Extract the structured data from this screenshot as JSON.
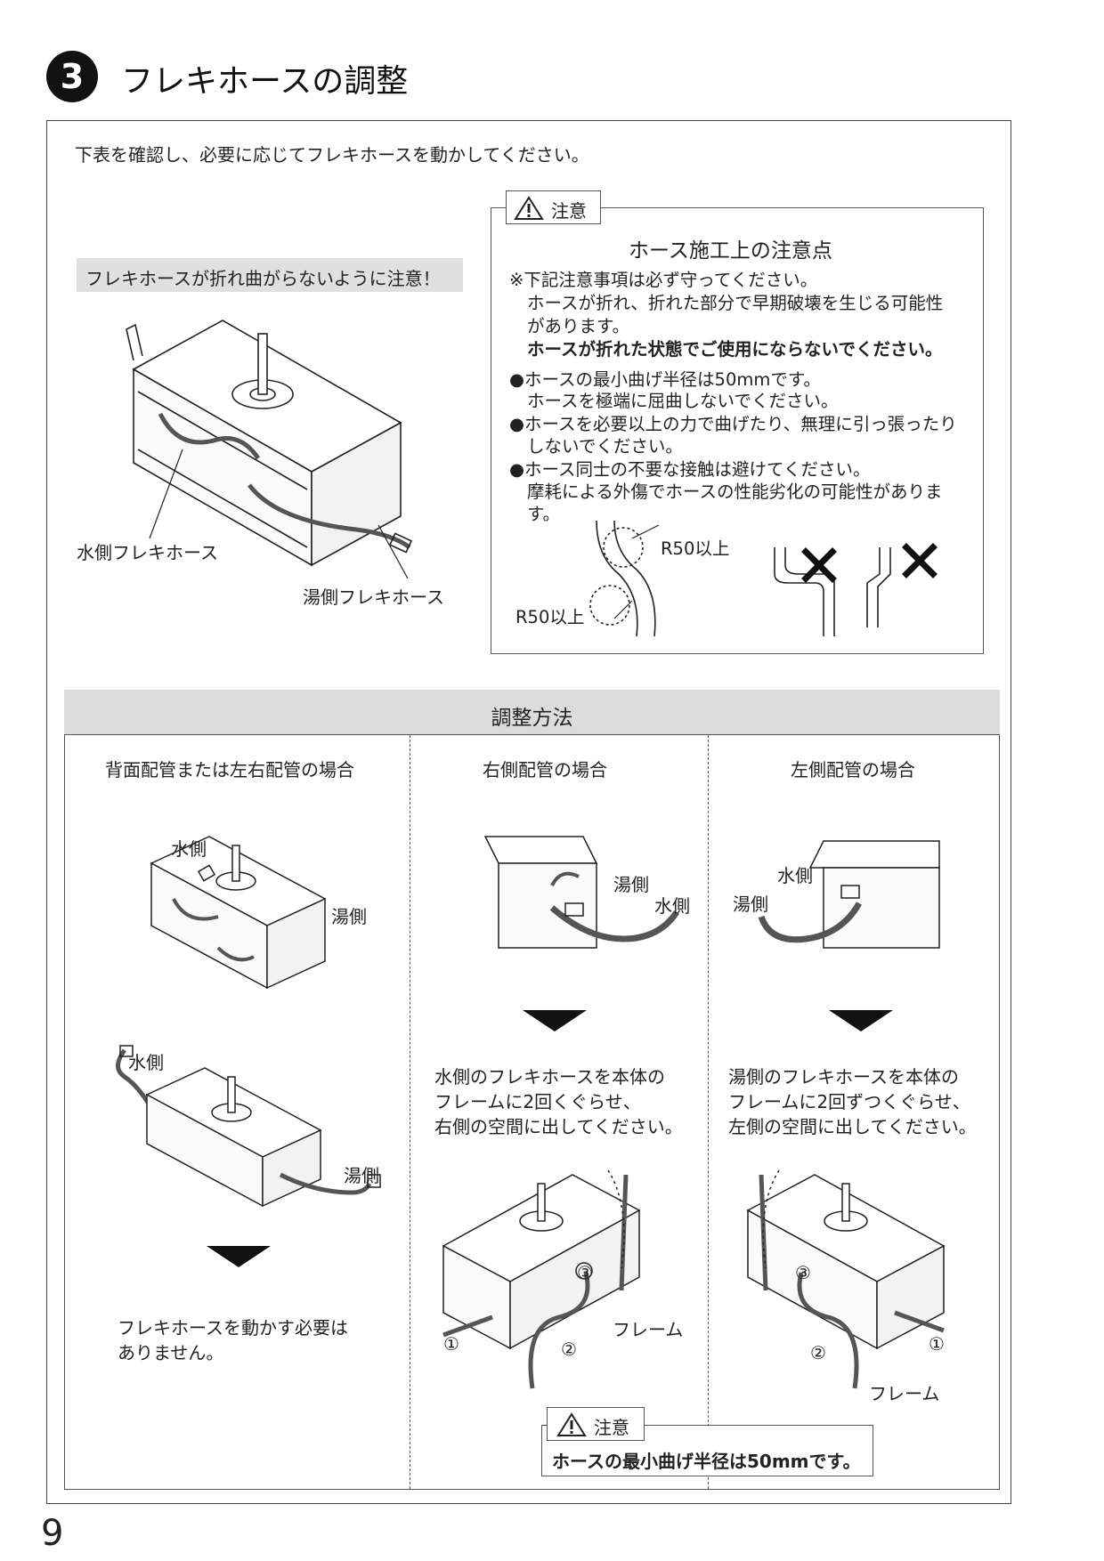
{
  "header": {
    "step_number": "3",
    "title": "フレキホースの調整"
  },
  "intro": "下表を確認し、必要に応じてフレキホースを動かしてください。",
  "top_figure": {
    "note": "フレキホースが折れ曲がらないように注意！",
    "label_water": "水側フレキホース",
    "label_hot": "湯側フレキホース"
  },
  "caution": {
    "tag": "注意",
    "heading": "ホース施工上の注意点",
    "line1": "※下記注意事項は必ず守ってください。",
    "line2": "ホースが折れ、折れた部分で早期破壊を生じる可能性",
    "line3": "があります。",
    "line4": "ホースが折れた状態でご使用にならないでください。",
    "b1a": "●ホースの最小曲げ半径は50mmです。",
    "b1b": "ホースを極端に屈曲しないでください。",
    "b2a": "●ホースを必要以上の力で曲げたり、無理に引っ張ったり",
    "b2b": "しないでください。",
    "b3a": "●ホース同士の不要な接触は避けてください。",
    "b3b": "摩耗による外傷でホースの性能劣化の可能性がありま",
    "b3c": "す。",
    "r50_upper": "R50以上",
    "r50_lower": "R50以上"
  },
  "adjust": {
    "heading": "調整方法",
    "col1": {
      "title": "背面配管または左右配管の場合",
      "label_water_1": "水側",
      "label_hot_1": "湯側",
      "label_water_2": "水側",
      "label_hot_2": "湯側",
      "desc1": "フレキホースを動かす必要は",
      "desc2": "ありません。"
    },
    "col2": {
      "title": "右側配管の場合",
      "label_hot": "湯側",
      "label_water": "水側",
      "desc1": "水側のフレキホースを本体の",
      "desc2": "フレームに2回くぐらせ、",
      "desc3": "右側の空間に出してください。",
      "frame_label": "フレーム",
      "n1": "①",
      "n2": "②",
      "n3": "③"
    },
    "col3": {
      "title": "左側配管の場合",
      "label_water": "水側",
      "label_hot": "湯側",
      "desc1": "湯側のフレキホースを本体の",
      "desc2": "フレームに2回ずつくぐらせ、",
      "desc3": "左側の空間に出してください。",
      "frame_label": "フレーム",
      "n1": "①",
      "n2": "②",
      "n3": "③"
    }
  },
  "footer_caution": {
    "tag": "注意",
    "text": "ホースの最小曲げ半径は50mmです。"
  },
  "page_number": "9"
}
